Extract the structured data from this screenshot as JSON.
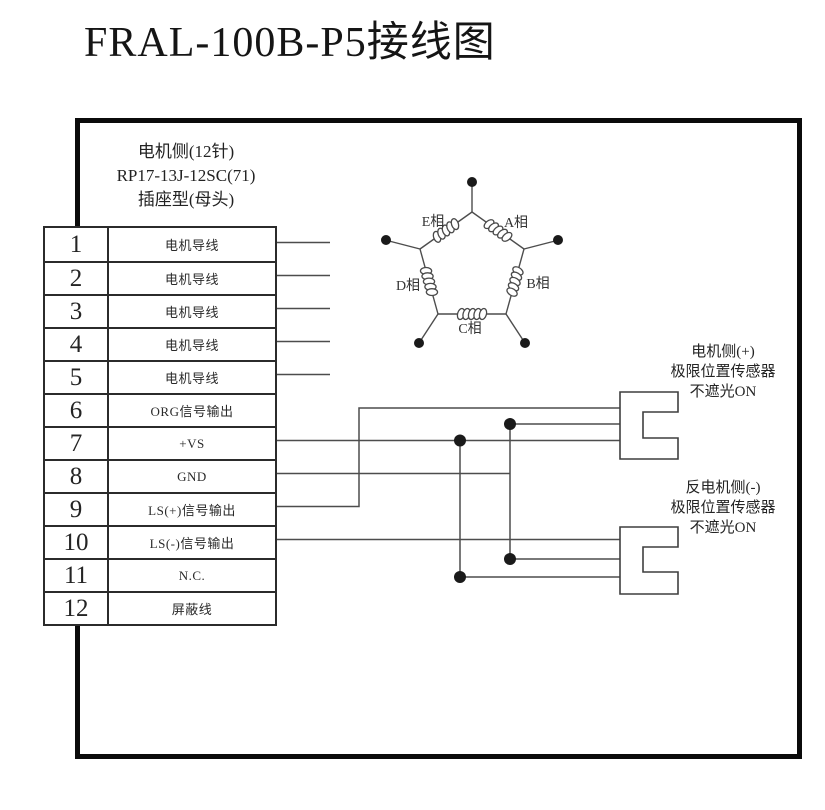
{
  "title": "FRAL-100B-P5接线图",
  "connector": {
    "line1": "电机侧(12针)",
    "line2": "RP17-13J-12SC(71)",
    "line3": "插座型(母头)"
  },
  "table": {
    "rows": [
      {
        "pin": "1",
        "label": "电机导线"
      },
      {
        "pin": "2",
        "label": "电机导线"
      },
      {
        "pin": "3",
        "label": "电机导线"
      },
      {
        "pin": "4",
        "label": "电机导线"
      },
      {
        "pin": "5",
        "label": "电机导线"
      },
      {
        "pin": "6",
        "label": "ORG信号输出"
      },
      {
        "pin": "7",
        "label": "+VS"
      },
      {
        "pin": "8",
        "label": "GND"
      },
      {
        "pin": "9",
        "label": "LS(+)信号输出"
      },
      {
        "pin": "10",
        "label": "LS(-)信号输出"
      },
      {
        "pin": "11",
        "label": "N.C."
      },
      {
        "pin": "12",
        "label": "屏蔽线"
      }
    ]
  },
  "motor": {
    "phase_a": "A相",
    "phase_b": "B相",
    "phase_c": "C相",
    "phase_d": "D相",
    "phase_e": "E相"
  },
  "sensors": [
    {
      "line1": "电机侧(+)",
      "line2": "极限位置传感器",
      "line3": "不遮光ON"
    },
    {
      "line1": "反电机侧(-)",
      "line2": "极限位置传感器",
      "line3": "不遮光ON"
    }
  ],
  "colors": {
    "frame": "#0b0b0b",
    "table_border": "#2b2b2b",
    "wire": "#4d4d4d",
    "dot": "#1a1a1a",
    "text": "#242424"
  }
}
